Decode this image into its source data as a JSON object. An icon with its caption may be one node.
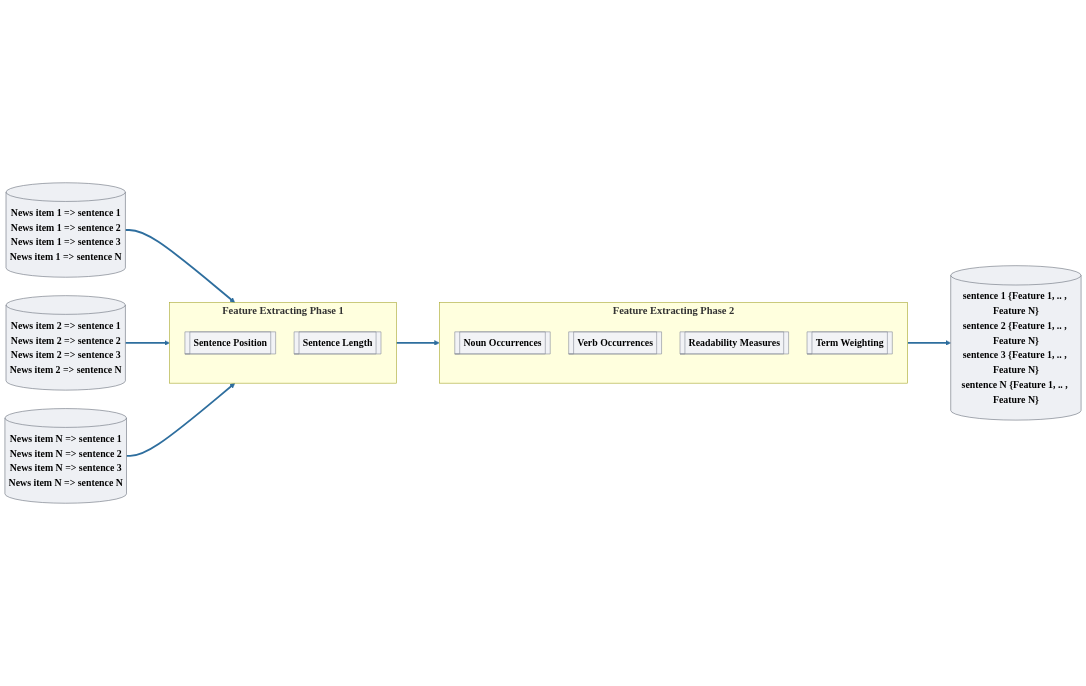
{
  "diagram": {
    "nodes": [
      {
        "text": [
          "News item 1 => sentence 1",
          "News item 1 => sentence 2",
          "News item 1 => sentence 3",
          "News item 1 => sentence N"
        ]
      },
      {
        "text": [
          "News item 2 => sentence 1",
          "News item 2 => sentence 2",
          "News item 2 => sentence 3",
          "News item 2 => sentence N"
        ]
      },
      {
        "text": [
          "News item N => sentence 1",
          "News item N => sentence 2",
          "News item N => sentence 3",
          "News item N => sentence N"
        ]
      },
      {
        "text": [
          "Feature Extracting Phase 1"
        ]
      },
      {
        "text": [
          "Sentence Position"
        ],
        "in": 3
      },
      {
        "text": [
          "Sentence Length"
        ],
        "in": 3
      },
      {
        "text": [
          "Feature Extracting Phase 2"
        ]
      },
      {
        "text": [
          "Noun Occurrences"
        ],
        "in": 6
      },
      {
        "text": [
          "Verb Occurrences"
        ],
        "in": 6
      },
      {
        "text": [
          "Readability Measures"
        ],
        "in": 6
      },
      {
        "text": [
          "Term Weighting"
        ],
        "in": 6
      },
      {
        "text": [
          "sentence 1 {Feature 1, .. , Feature N}",
          "sentence 2 {Feature 1, .. , Feature N}",
          "sentence 3 {Feature 1, .. , Feature N}",
          "sentence N {Feature 1, .. , Feature N}"
        ]
      }
    ],
    "edges": [
      {
        "from": 0,
        "to": 3,
        "arrow": "to"
      },
      {
        "from": 1,
        "to": 3,
        "arrow": "to"
      },
      {
        "from": 2,
        "to": 3,
        "arrow": "to"
      },
      {
        "from": 3,
        "to": 6,
        "arrow": "to"
      },
      {
        "from": 6,
        "to": 11,
        "arrow": "to"
      }
    ]
  }
}
